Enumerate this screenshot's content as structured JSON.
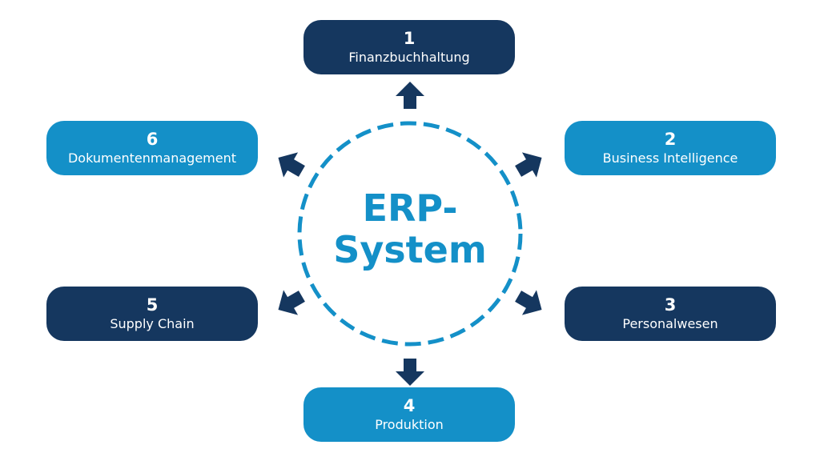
{
  "colors": {
    "dark": "#15375f",
    "light": "#1490c8",
    "circle": "#1490c8",
    "arrow": "#15375f"
  },
  "center": {
    "line1": "ERP-",
    "line2": "System"
  },
  "modules": [
    {
      "number": "1",
      "label": "Finanzbuchhaltung",
      "style": "dark",
      "position": "top"
    },
    {
      "number": "2",
      "label": "Business Intelligence",
      "style": "light",
      "position": "top-right"
    },
    {
      "number": "3",
      "label": "Personalwesen",
      "style": "dark",
      "position": "bottom-right"
    },
    {
      "number": "4",
      "label": "Produktion",
      "style": "light",
      "position": "bottom"
    },
    {
      "number": "5",
      "label": "Supply Chain",
      "style": "dark",
      "position": "bottom-left"
    },
    {
      "number": "6",
      "label": "Dokumentenmanagement",
      "style": "light",
      "position": "top-left"
    }
  ],
  "arrows": [
    {
      "name": "arrow-to-finanzbuchhaltung",
      "direction": "up"
    },
    {
      "name": "arrow-to-business-intelligence",
      "direction": "up-right"
    },
    {
      "name": "arrow-to-personalwesen",
      "direction": "down-right"
    },
    {
      "name": "arrow-to-produktion",
      "direction": "down"
    },
    {
      "name": "arrow-to-supply-chain",
      "direction": "down-left"
    },
    {
      "name": "arrow-to-dokumentenmanagement",
      "direction": "up-left"
    }
  ]
}
